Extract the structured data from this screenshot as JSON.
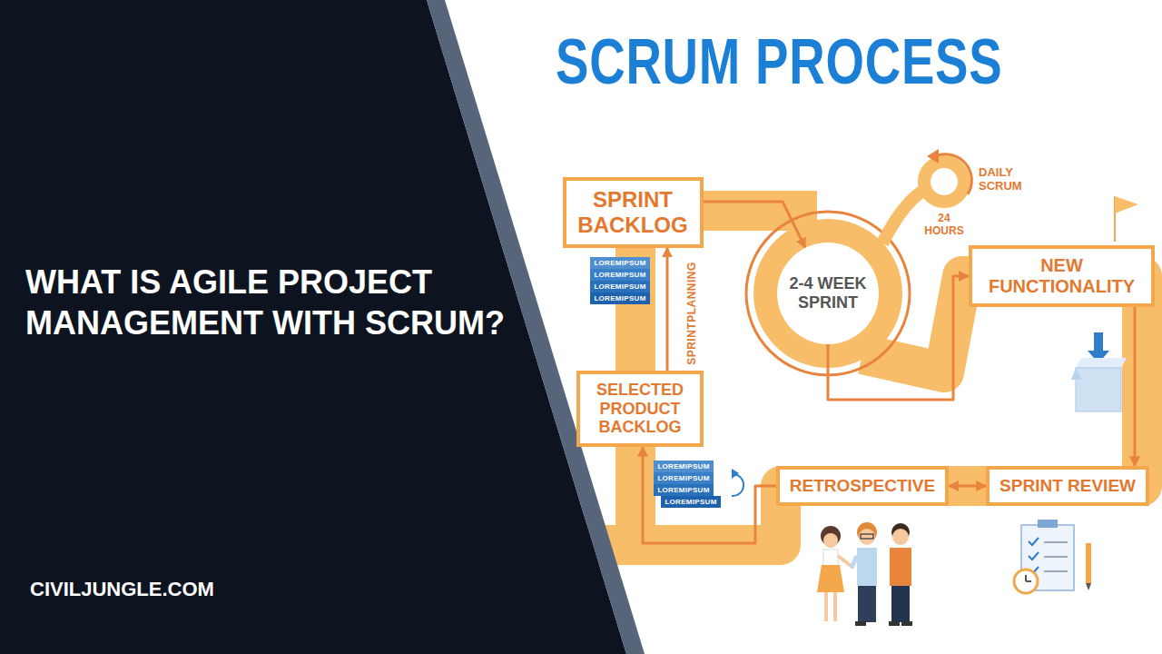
{
  "diagram": {
    "title": "SCRUM PROCESS",
    "nodes": [
      {
        "text": [
          "SPRINT BACKLOG"
        ]
      },
      {
        "text": [
          "SELECTED PRODUCT BACKLOG"
        ]
      },
      {
        "text": [
          "2-4 WEEK SPRINT"
        ]
      },
      {
        "text": [
          "NEW FUNCTIONALITY"
        ]
      },
      {
        "text": [
          "RETROSPECTIVE"
        ]
      },
      {
        "text": [
          "SPRINT REVIEW"
        ]
      }
    ],
    "edges": [
      {
        "from": 1,
        "to": 0,
        "arrow": "to",
        "label": "SPRINTPLANNING"
      },
      {
        "from": 0,
        "to": 2,
        "arrow": "to"
      },
      {
        "from": 2,
        "to": 3,
        "arrow": "to"
      },
      {
        "from": 3,
        "to": 5,
        "arrow": "to"
      },
      {
        "from": 5,
        "to": 4,
        "arrow": "both"
      },
      {
        "from": 4,
        "to": 1,
        "arrow": "to"
      }
    ],
    "labels": [
      "WHAT IS AGILE PROJECT MANAGEMENT WITH SCRUM?",
      "LOREMIPSUM",
      "LOREMIPSUM",
      "LOREMIPSUM",
      "LOREMIPSUM",
      "LOREMIPSUM",
      "LOREMIPSUM",
      "LOREMIPSUM",
      "LOREMIPSUM",
      "DAILY SCRUM",
      "24 HOURS",
      "CIVILJUNGLE.COM"
    ]
  }
}
